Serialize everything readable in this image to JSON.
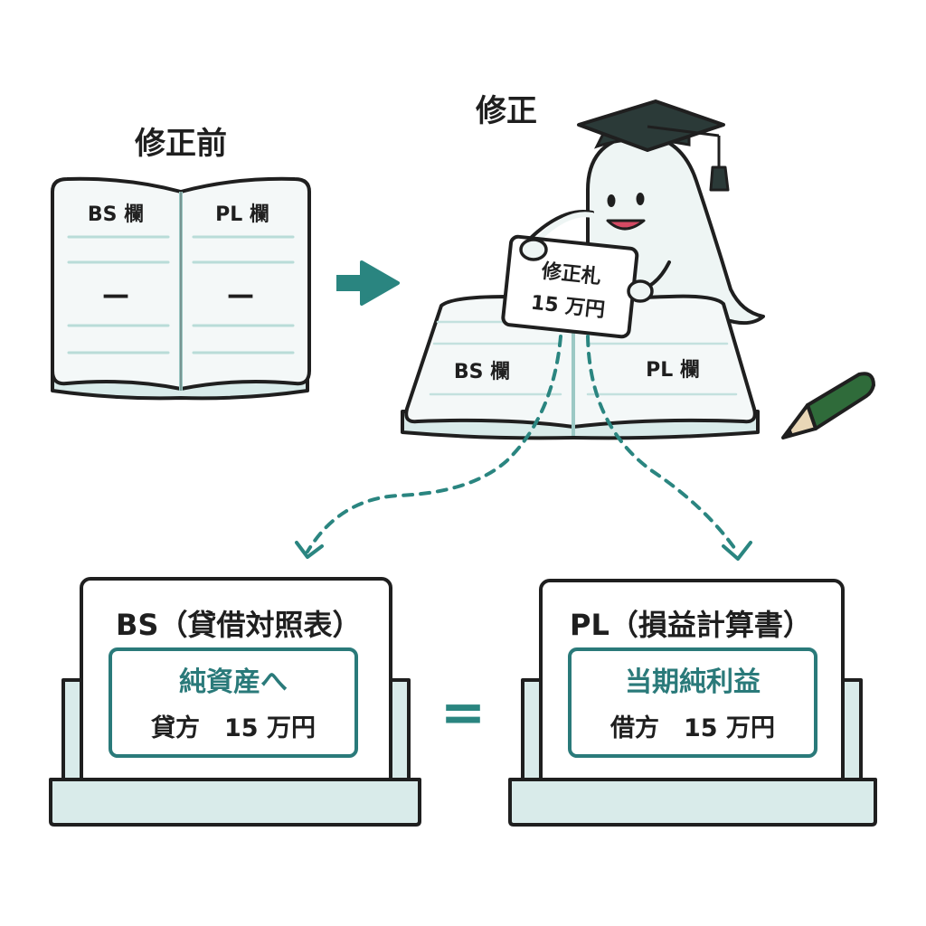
{
  "before": {
    "heading": "修正前",
    "bs_label": "BS 欄",
    "pl_label": "PL 欄",
    "bs_dash": "—",
    "pl_dash": "—"
  },
  "correction": {
    "heading": "修正",
    "note_line1": "修正札",
    "note_line2": "15 万円",
    "bs_label": "BS 欄",
    "pl_label": "PL 欄"
  },
  "bs_card": {
    "title": "BS（貸借対照表）",
    "account": "純資産へ",
    "entry": "貸方　15 万円"
  },
  "pl_card": {
    "title": "PL（損益計算書）",
    "account": "当期純利益",
    "entry": "借方　15 万円"
  },
  "equals": "=",
  "colors": {
    "teal": "#2a7a7a",
    "outline": "#1f1f1f",
    "pale_teal": "#d9ebea",
    "pencil_green": "#2f6b3a"
  }
}
